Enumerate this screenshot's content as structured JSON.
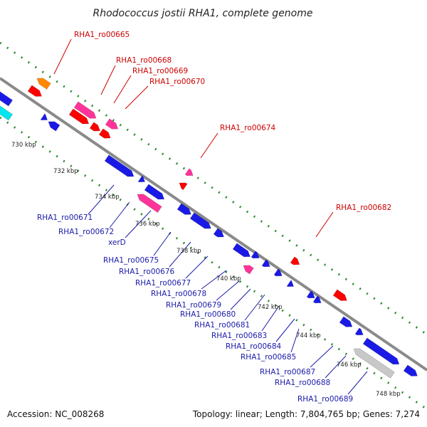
{
  "title": "Rhodococcus jostii RHA1, complete genome",
  "footer": {
    "accession": "Accession: NC_008268",
    "summary": "Topology: linear; Length: 7,804,765 bp; Genes: 7,274"
  },
  "colors": {
    "backbone": "#8a8a8a",
    "dots": "#2e8b2e",
    "label_top": "#cc0000",
    "label_bottom": "#1a1aa8"
  },
  "ticks": [
    "730 kbp",
    "732 kbp",
    "734 kbp",
    "736 kbp",
    "738 kbp",
    "740 kbp",
    "742 kbp",
    "744 kbp",
    "746 kbp",
    "748 kbp"
  ],
  "top_labels": [
    "RHA1_ro00665",
    "RHA1_ro00668",
    "RHA1_ro00669",
    "RHA1_ro00670",
    "RHA1_ro00674",
    "RHA1_ro00682"
  ],
  "bottom_labels": [
    "RHA1_ro00671",
    "RHA1_ro00672",
    "xerD",
    "RHA1_ro00675",
    "RHA1_ro00676",
    "RHA1_ro00677",
    "RHA1_ro00678",
    "RHA1_ro00679",
    "RHA1_ro00680",
    "RHA1_ro00681",
    "RHA1_ro00683",
    "RHA1_ro00684",
    "RHA1_ro00685",
    "RHA1_ro00687",
    "RHA1_ro00688",
    "RHA1_ro00689"
  ]
}
